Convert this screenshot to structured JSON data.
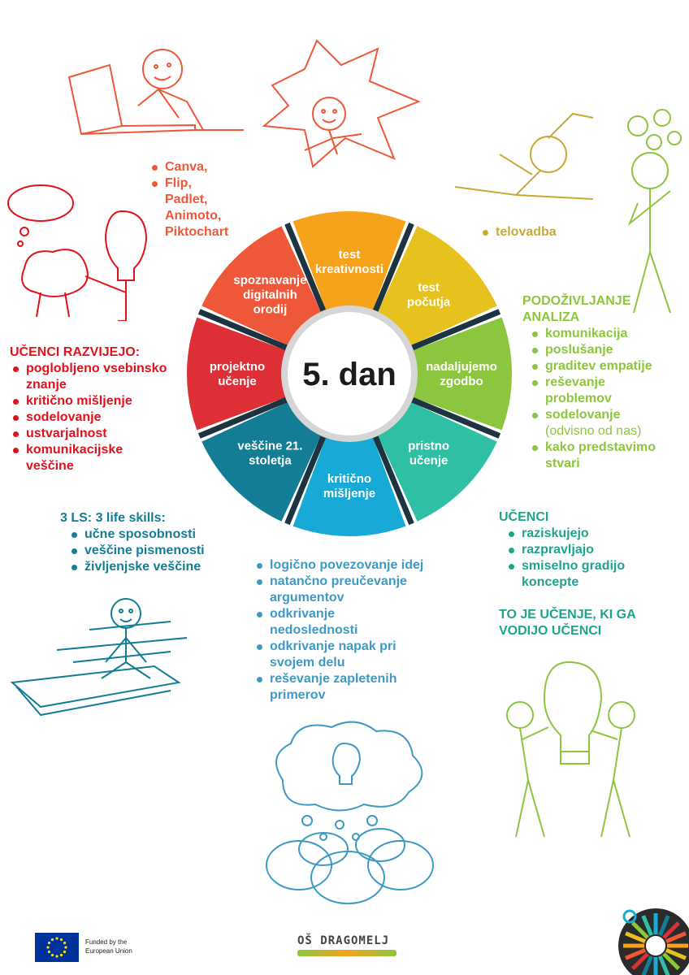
{
  "wheel": {
    "center_label": "5. dan",
    "segments": [
      {
        "lines": [
          "test",
          "kreativnosti"
        ],
        "color": "#f7a21b"
      },
      {
        "lines": [
          "test",
          "počutja"
        ],
        "color": "#e7c21f"
      },
      {
        "lines": [
          "nadaljujemo",
          "zgodbo"
        ],
        "color": "#8cc63f"
      },
      {
        "lines": [
          "pristno",
          "učenje"
        ],
        "color": "#2fbfa5"
      },
      {
        "lines": [
          "kritično",
          "mišljenje"
        ],
        "color": "#18aad6"
      },
      {
        "lines": [
          "veščine 21.",
          "stoletja"
        ],
        "color": "#137d95"
      },
      {
        "lines": [
          "projektno",
          "učenje"
        ],
        "color": "#de2e36"
      },
      {
        "lines": [
          "spoznavanje",
          "digitalnih",
          "orodij"
        ],
        "color": "#ee5839"
      }
    ]
  },
  "tools": {
    "items": [
      "Canva,",
      "Flip,",
      "Padlet,",
      "Animoto,",
      "Piktochart"
    ],
    "color": "#ee5839"
  },
  "exercise": {
    "items": [
      "telovadba"
    ],
    "color": "#c9a935"
  },
  "empathy": {
    "heading": [
      "PODOŽIVLJANJE",
      "ANALIZA"
    ],
    "items": [
      "komunikacija",
      "poslušanje",
      "graditev empatije",
      "reševanje problemov",
      "sodelovanje",
      "kako predstavimo stvari"
    ],
    "note": "(odvisno od nas)",
    "color": "#8cc63f"
  },
  "develop": {
    "heading": "UČENCI RAZVIJEJO:",
    "items": [
      "poglobljeno vsebinsko znanje",
      "kritično mišljenje",
      "sodelovanje",
      "ustvarjalnost",
      "komunikacijske veščine"
    ],
    "color": "#e2111b"
  },
  "lifeskills": {
    "heading": "3 LS: 3 life skills:",
    "items": [
      "učne sposobnosti",
      "veščine pismenosti",
      "življenjske veščine"
    ],
    "color": "#137d95"
  },
  "critical": {
    "items": [
      "logično povezovanje idej",
      "natančno preučevanje argumentov",
      "odkrivanje nedoslednosti",
      "odkrivanje napak pri svojem delu",
      "reševanje zapletenih primerov"
    ],
    "color": "#3e9ac4"
  },
  "students": {
    "heading": "UČENCI",
    "items": [
      "raziskujejo",
      "razpravljajo",
      "smiselno gradijo koncepte"
    ],
    "footer": [
      "TO JE UČENJE, KI GA",
      "VODIJO UČENCI"
    ],
    "color": "#1fa38d"
  },
  "footer": {
    "eu_text": [
      "Funded by the",
      "European Union"
    ],
    "school_logo": "OŠ DRAGOMELJ",
    "eu_flag_color": "#003399",
    "star_color": "#ffdd00"
  }
}
